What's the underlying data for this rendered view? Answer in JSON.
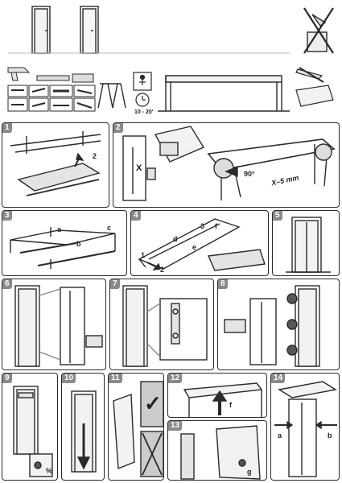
{
  "header": {
    "no_cut_icon": "no-knife-cut-icon"
  },
  "tools": {
    "clock_label": "10 - 20'"
  },
  "steps": [
    {
      "id": "1",
      "labels": {
        "arrow_b": "2"
      }
    },
    {
      "id": "2",
      "labels": {
        "x": "X",
        "angle": "90°",
        "distance": "X–5 mm"
      }
    },
    {
      "id": "3",
      "labels": {
        "a": "a",
        "b": "b",
        "c": "c"
      }
    },
    {
      "id": "4",
      "labels": {
        "one": "1",
        "two": "2",
        "three": "3",
        "d": "d",
        "e": "e",
        "f": "f"
      }
    },
    {
      "id": "5"
    },
    {
      "id": "6"
    },
    {
      "id": "7"
    },
    {
      "id": "8"
    },
    {
      "id": "9",
      "labels": {
        "pct": "%"
      }
    },
    {
      "id": "10"
    },
    {
      "id": "11",
      "labels": {
        "ok": "✓"
      }
    },
    {
      "id": "12",
      "labels": {
        "f": "f"
      }
    },
    {
      "id": "13",
      "labels": {
        "g": "g"
      }
    },
    {
      "id": "14",
      "labels": {
        "a": "a",
        "b": "b"
      }
    }
  ],
  "colors": {
    "line": "#2a2a2a",
    "badge": "#8a8a8a",
    "fill": "#e4e4e4",
    "dark": "#555555"
  }
}
